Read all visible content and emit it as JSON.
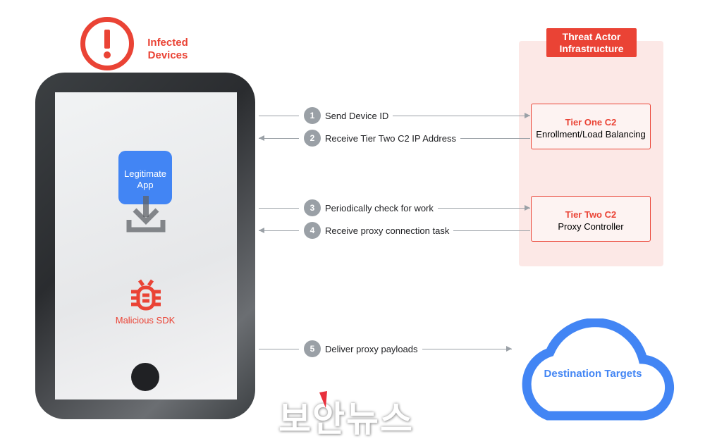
{
  "header": {
    "infected_label": "Infected Devices",
    "alert_icon": "exclamation-circle-icon"
  },
  "phone": {
    "app_label": "Legitimate App",
    "sdk_label": "Malicious SDK"
  },
  "infrastructure": {
    "title": "Threat Actor Infrastructure",
    "tier_one": {
      "title": "Tier One C2",
      "subtitle": "Enrollment/Load Balancing"
    },
    "tier_two": {
      "title": "Tier Two C2",
      "subtitle": "Proxy Controller"
    }
  },
  "steps": [
    {
      "num": "1",
      "label": "Send Device ID",
      "direction": "right"
    },
    {
      "num": "2",
      "label": "Receive Tier Two C2 IP Address",
      "direction": "left"
    },
    {
      "num": "3",
      "label": "Periodically check for work",
      "direction": "right"
    },
    {
      "num": "4",
      "label": "Receive proxy connection task",
      "direction": "left"
    },
    {
      "num": "5",
      "label": "Deliver proxy payloads",
      "direction": "right"
    }
  ],
  "destination": {
    "label": "Destination Targets"
  },
  "watermark": "보안뉴스",
  "colors": {
    "red": "#ea4335",
    "blue": "#4285f4",
    "gray": "#9aa0a6",
    "panel": "#fce8e6"
  }
}
